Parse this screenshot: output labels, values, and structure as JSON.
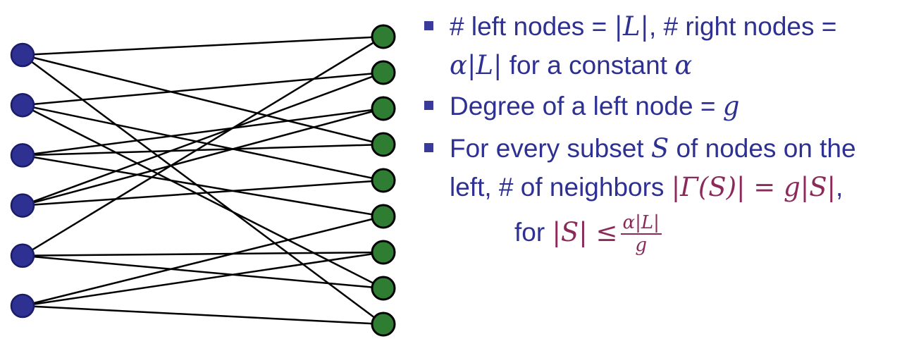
{
  "diagram": {
    "left_count": 6,
    "right_count": 9,
    "left_color": "#2e3192",
    "right_color": "#2e7d32",
    "edge_color": "#000000",
    "edges": [
      [
        0,
        0
      ],
      [
        0,
        3
      ],
      [
        0,
        8
      ],
      [
        1,
        1
      ],
      [
        1,
        4
      ],
      [
        1,
        7
      ],
      [
        2,
        2
      ],
      [
        2,
        3
      ],
      [
        2,
        5
      ],
      [
        3,
        1
      ],
      [
        3,
        2
      ],
      [
        3,
        4
      ],
      [
        4,
        0
      ],
      [
        4,
        6
      ],
      [
        4,
        7
      ],
      [
        5,
        5
      ],
      [
        5,
        6
      ],
      [
        5,
        8
      ]
    ]
  },
  "text": {
    "b1_a": "# left nodes = ",
    "b1_m1": "|L|",
    "b1_b": ", # right nodes =",
    "b1_m2": "α|L|",
    "b1_c": " for a constant ",
    "b1_m3": "α",
    "b2_a": "Degree of a left node = ",
    "b2_m": "g",
    "b3_a": "For every subset ",
    "b3_m1": "S",
    "b3_b": " of nodes on the",
    "b3_c": "left, # of neighbors ",
    "b3_m2": "|Γ(S)| = g|S|",
    "b3_d": ",",
    "b3_e": "for ",
    "b3_m3": "|S| ≤",
    "frac_num": "α|L|",
    "frac_den": "g"
  }
}
